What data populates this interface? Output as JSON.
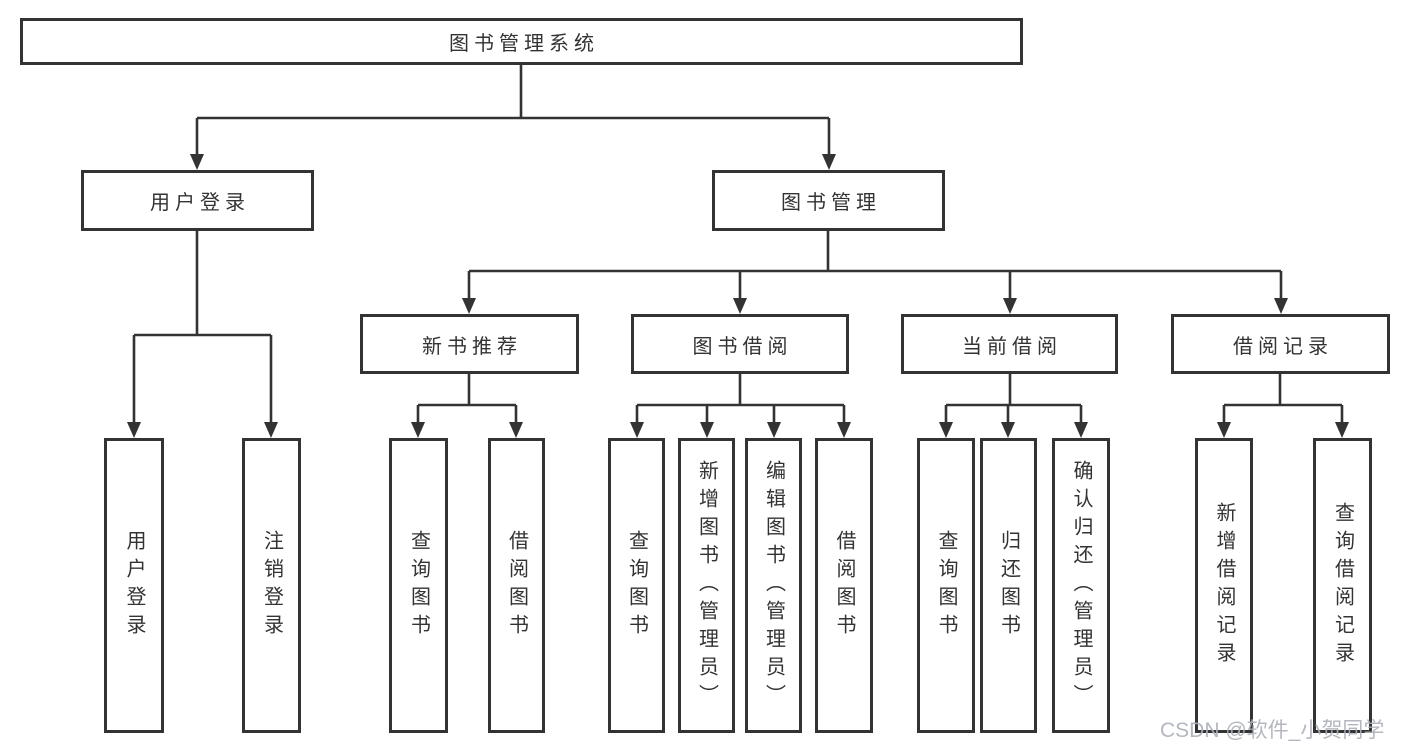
{
  "diagram": {
    "title": "图书管理系统",
    "watermark": "CSDN @软件_小贺同学",
    "colors": {
      "line": "#333333",
      "box_background": "#ffffff",
      "watermark": "#acb1ba"
    },
    "nodes": {
      "root": {
        "label": "图书管理系统"
      },
      "user": {
        "label": "用户登录",
        "children": [
          {
            "label": "用户登录"
          },
          {
            "label": "注销登录"
          }
        ]
      },
      "mgmt": {
        "label": "图书管理",
        "children": [
          {
            "label": "新书推荐",
            "children": [
              {
                "label": "查询图书"
              },
              {
                "label": "借阅图书"
              }
            ]
          },
          {
            "label": "图书借阅",
            "children": [
              {
                "label": "查询图书"
              },
              {
                "label": "新增图书（管理员）"
              },
              {
                "label": "编辑图书（管理员）"
              },
              {
                "label": "借阅图书"
              }
            ]
          },
          {
            "label": "当前借阅",
            "children": [
              {
                "label": "查询图书"
              },
              {
                "label": "归还图书"
              },
              {
                "label": "确认归还（管理员）"
              }
            ]
          },
          {
            "label": "借阅记录",
            "children": [
              {
                "label": "新增借阅记录"
              },
              {
                "label": "查询借阅记录"
              }
            ]
          }
        ]
      }
    }
  }
}
